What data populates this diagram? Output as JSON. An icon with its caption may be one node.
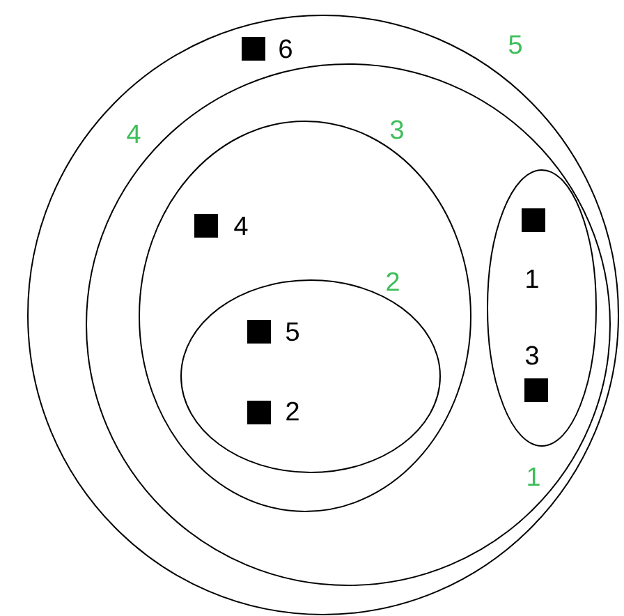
{
  "diagram": {
    "nodes": [
      {
        "text": [
          "5"
        ]
      },
      {
        "text": [],
        "shape": "box",
        "beside": [
          "6"
        ],
        "in": 0
      },
      {
        "text": [
          "4"
        ],
        "in": 0
      },
      {
        "text": [
          "3"
        ],
        "in": 2
      },
      {
        "text": [],
        "shape": "box",
        "beside": [
          "4"
        ],
        "in": 3
      },
      {
        "text": [
          "2"
        ],
        "in": 3
      },
      {
        "text": [],
        "shape": "box",
        "beside": [
          "5"
        ],
        "in": 5
      },
      {
        "text": [],
        "shape": "box",
        "beside": [
          "2"
        ],
        "in": 5
      },
      {
        "text": [
          "1"
        ],
        "in": 2
      },
      {
        "text": [],
        "shape": "box",
        "beside": [
          "1"
        ],
        "in": 8
      },
      {
        "text": [],
        "shape": "box",
        "beside": [
          "3"
        ],
        "in": 8
      }
    ]
  }
}
